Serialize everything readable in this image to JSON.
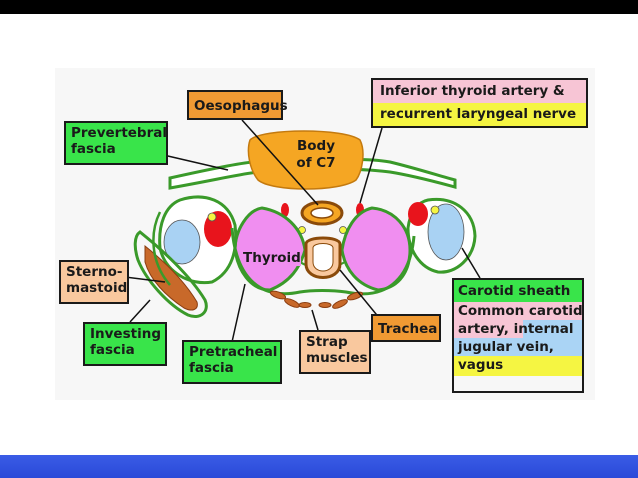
{
  "labels": {
    "prevertebral": "Prevertebral\nfascia",
    "oesophagus": "Oesophagus",
    "body_c7": "Body\nof C7",
    "inferior_thyroid_line1": "Inferior thyroid artery &",
    "inferior_thyroid_line2": "recurrent laryngeal nerve",
    "sternomastoid": "Sterno-\nmastoid",
    "thyroid": "Thyroid",
    "investing": "Investing\nfascia",
    "pretracheal": "Pretracheal\nfascia",
    "strap": "Strap\nmuscles",
    "trachea": "Trachea",
    "carotid_title": "Carotid sheath",
    "carotid_line1": "Common carotid",
    "carotid_line2": "artery, internal",
    "carotid_line3": "jugular vein,",
    "carotid_line4": "vagus"
  },
  "colors": {
    "label_green": "#39e44a",
    "label_orange": "#f09a33",
    "label_tan": "#f9c89e",
    "label_pink": "#f7c5d5",
    "label_yellow": "#f5f542",
    "label_blue": "#aad4f5",
    "fascia_green": "#3a9a2a",
    "thyroid_magenta": "#f08ef0",
    "artery_red": "#e8141c",
    "vein_blue": "#a9d2f3",
    "vertebra_orange": "#f5a623",
    "muscle_brown": "#c8692a"
  }
}
